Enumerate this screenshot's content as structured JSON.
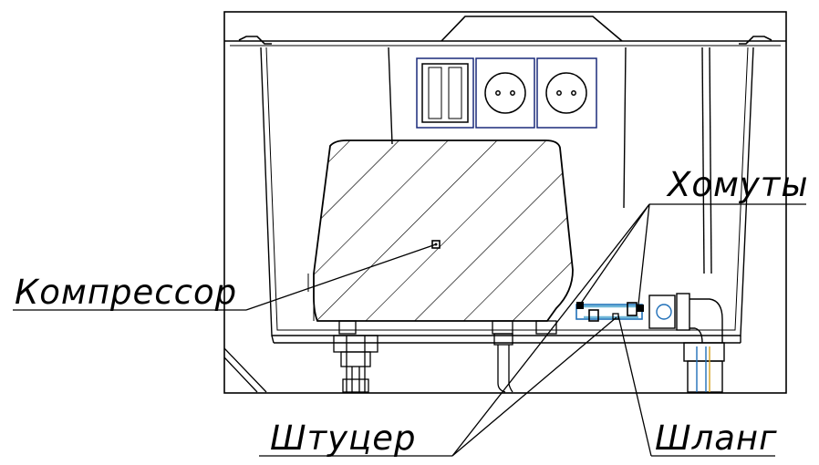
{
  "labels": {
    "compressor": "Компрессор",
    "clamps": "Хомуты",
    "fitting": "Штуцер",
    "hose": "Шланг"
  },
  "colors": {
    "line": "#000000",
    "hose": "#1f6fb8",
    "hose_accent": "#6fb7d8",
    "background": "#ffffff"
  }
}
